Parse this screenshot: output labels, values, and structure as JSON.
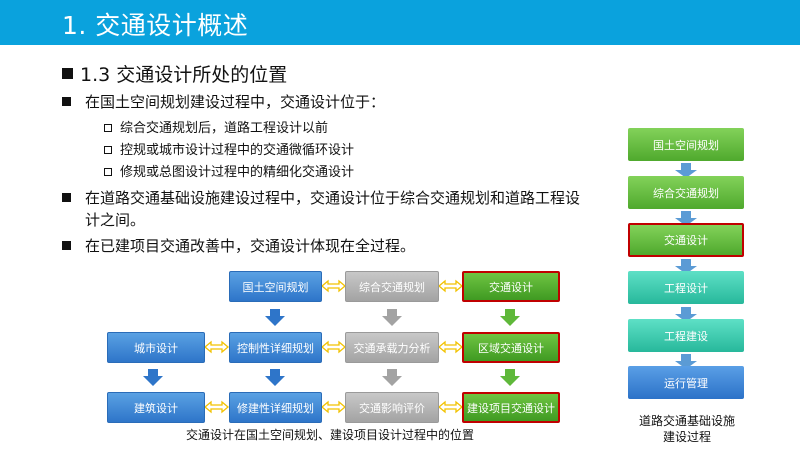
{
  "header": {
    "title": "1. 交通设计概述"
  },
  "section": {
    "heading": "1.3 交通设计所处的位置"
  },
  "bullets": [
    {
      "text": "在国土空间规划建设过程中，交通设计位于：",
      "sub": [
        "综合交通规划后，道路工程设计以前",
        "控规或城市设计过程中的交通微循环设计",
        "修规或总图设计过程中的精细化交通设计"
      ]
    },
    {
      "text": "在道路交通基础设施建设过程中，交通设计位于综合交通规划和道路工程设计之间。"
    },
    {
      "text": "在已建项目交通改善中，交通设计体现在全过程。"
    }
  ],
  "flow_diagram": {
    "row1": [
      "国土空间规划",
      "综合交通规划",
      "交通设计"
    ],
    "row2": [
      "城市设计",
      "控制性详细规划",
      "交通承载力分析",
      "区域交通设计"
    ],
    "row3": [
      "建筑设计",
      "修建性详细规划",
      "交通影响评价",
      "建设项目交通设计"
    ],
    "caption": "交通设计在国土空间规划、建设项目设计过程中的位置",
    "colors": {
      "blue": "#2e75c9",
      "gray": "#a3a3a3",
      "green": "#3f9a22",
      "highlight_border": "#c00000",
      "connector": "#f2c200"
    }
  },
  "right_diagram": {
    "steps": [
      "国土空间规划",
      "综合交通规划",
      "交通设计",
      "工程设计",
      "工程建设",
      "运行管理"
    ],
    "caption_line1": "道路交通基础设施",
    "caption_line2": "建设过程",
    "colors": {
      "green": "#4fa92d",
      "teal": "#27b89b",
      "blue": "#2c72c8",
      "arrow": "#5b9bd5",
      "highlight_border": "#c00000"
    }
  }
}
